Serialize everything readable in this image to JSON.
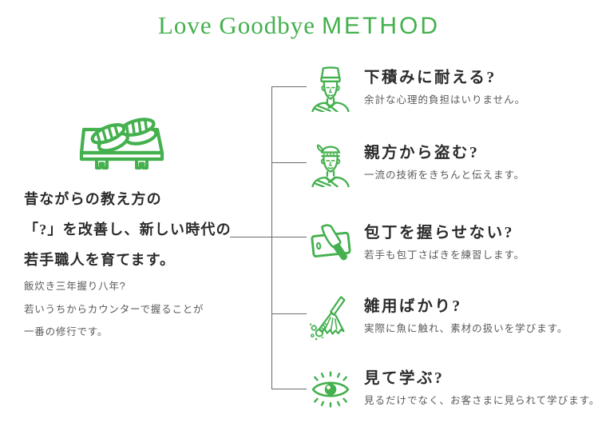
{
  "colors": {
    "green": "#44b04e",
    "line": "#6b6b6b",
    "heading": "#2b2b2b",
    "body": "#5a5a5a"
  },
  "header": {
    "title_serif": "Love Goodbye",
    "title_sans": "METHOD"
  },
  "left": {
    "icon": "sushi-on-geta",
    "headline_lines": [
      "昔ながらの教え方の",
      "「?」を改善し、新しい時代の",
      "若手職人を育てます。"
    ],
    "note_lines": [
      "飯炊き三年握り八年?",
      "若いうちからカウンターで握ることが",
      "一番の修行です。"
    ]
  },
  "method_items": [
    {
      "icon": "sushi-chef-tall-hat",
      "title": "下積みに耐える?",
      "desc": "余計な心理的負担はいりません。"
    },
    {
      "icon": "sushi-chef-headband",
      "title": "親方から盗む?",
      "desc": "一流の技術をきちんと伝えます。"
    },
    {
      "icon": "knife-cutting-board",
      "title": "包丁を握らせない?",
      "desc": "若手も包丁さばきを練習します。"
    },
    {
      "icon": "broom-dust",
      "title": "雑用ばかり?",
      "desc": "実際に魚に触れ、素材の扱いを学びます。"
    },
    {
      "icon": "eye",
      "title": "見て学ぶ?",
      "desc": "見るだけでなく、お客さまに見られて学びます。"
    }
  ]
}
